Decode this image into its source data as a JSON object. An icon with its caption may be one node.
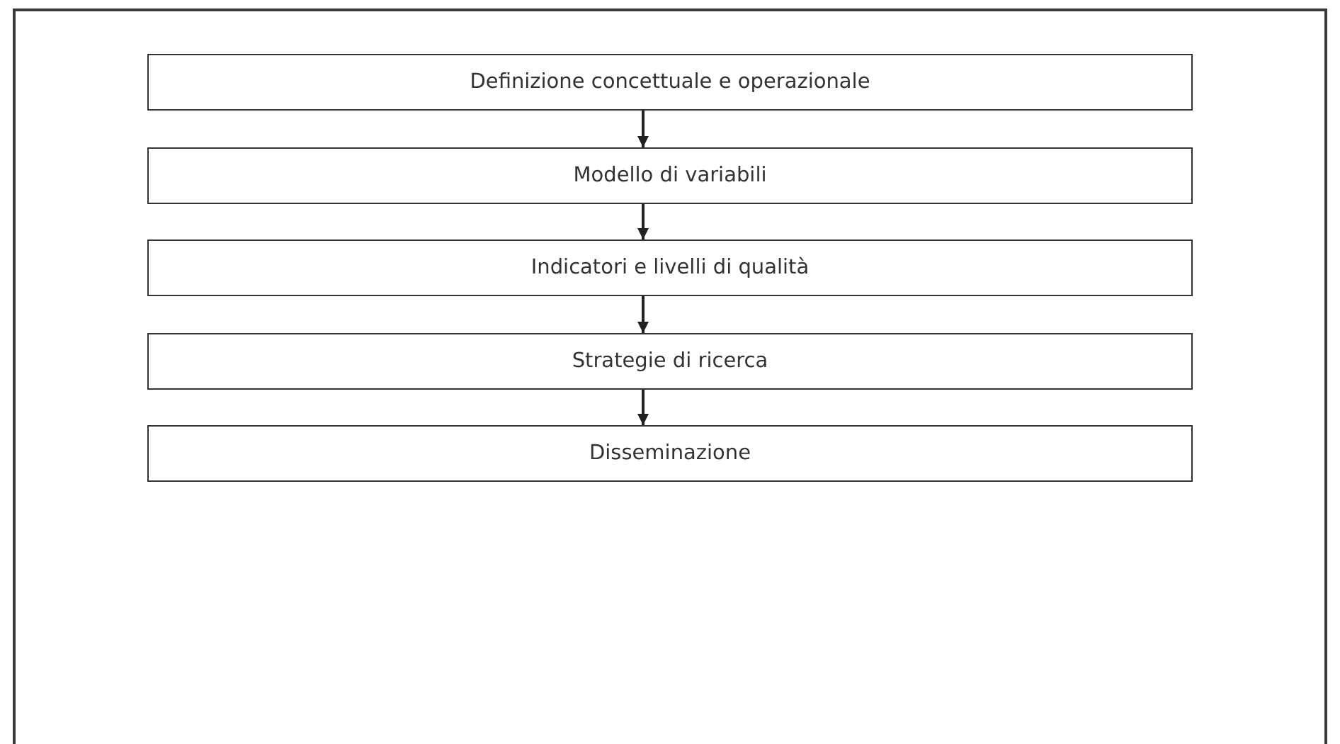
{
  "diagram": {
    "nodes": [
      {
        "text": [
          "Definizione concettuale e operazionale"
        ]
      },
      {
        "text": [
          "Modello di variabili"
        ]
      },
      {
        "text": [
          "Indicatori e livelli di qualità"
        ]
      },
      {
        "text": [
          "Strategie di ricerca"
        ]
      },
      {
        "text": [
          "Disseminazione"
        ]
      }
    ],
    "edges": [
      {
        "from": 0,
        "to": 1,
        "arrow": "to"
      },
      {
        "from": 1,
        "to": 2,
        "arrow": "to"
      },
      {
        "from": 2,
        "to": 3,
        "arrow": "to"
      },
      {
        "from": 3,
        "to": 4,
        "arrow": "to"
      }
    ]
  }
}
